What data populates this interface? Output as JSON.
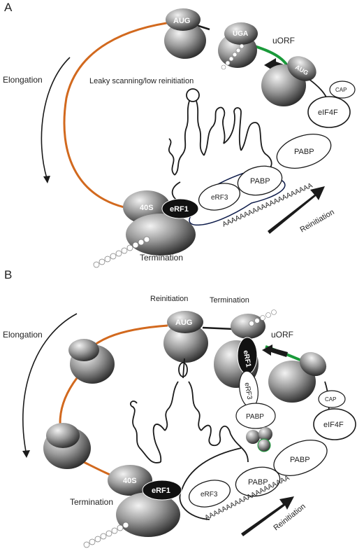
{
  "panel_a": {
    "letter": "A",
    "elongation": "Elongation",
    "leaky": "Leaky scanning/low reinitiation",
    "uorf": "uORF",
    "aug_top": "AUG",
    "uga": "UGA",
    "aug_right": "AUG",
    "cap": "CAP",
    "eif4f": "eIF4F",
    "pabp_1": "PABP",
    "pabp_2": "PABP",
    "erf3": "eRF3",
    "erf1": "eRF1",
    "s40": "40S",
    "polya": "AAAAAAAAAAAAAAAAAAAAA",
    "reinitiation": "Reinitiation",
    "termination": "Termination"
  },
  "panel_b": {
    "letter": "B",
    "reinitiation_top": "Reinitiation",
    "termination_top": "Termination",
    "elongation": "Elongation",
    "aug": "AUG",
    "erf1_top": "eRF1",
    "uorf": "uORF",
    "erf3_top": "eRF3",
    "pabp_top": "PABP",
    "cap": "CAP",
    "eif4f": "eIF4F",
    "pabp_right": "PABP",
    "pabp_mid": "PABP",
    "erf3_bottom": "eRF3",
    "erf1_bottom": "eRF1",
    "s40": "40S",
    "polya": "AAAAAAAAAAAAAAAAAAAA",
    "reinitiation_bottom": "Reinitiation",
    "termination_bottom": "Termination"
  },
  "colors": {
    "mrna_orange": "#d2691e",
    "uorf_green": "#1a9a3a",
    "line": "#1a1a1a",
    "loop_navy": "#0d1b4a"
  }
}
